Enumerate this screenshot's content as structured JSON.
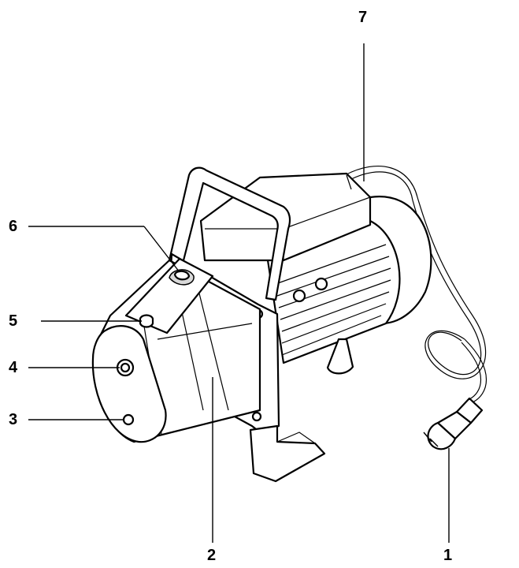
{
  "labels": {
    "l1": "1",
    "l2": "2",
    "l3": "3",
    "l4": "4",
    "l5": "5",
    "l6": "6",
    "l7": "7"
  },
  "colors": {
    "ink": "#000000",
    "paper": "#ffffff",
    "shade": "#d9d9d9"
  }
}
